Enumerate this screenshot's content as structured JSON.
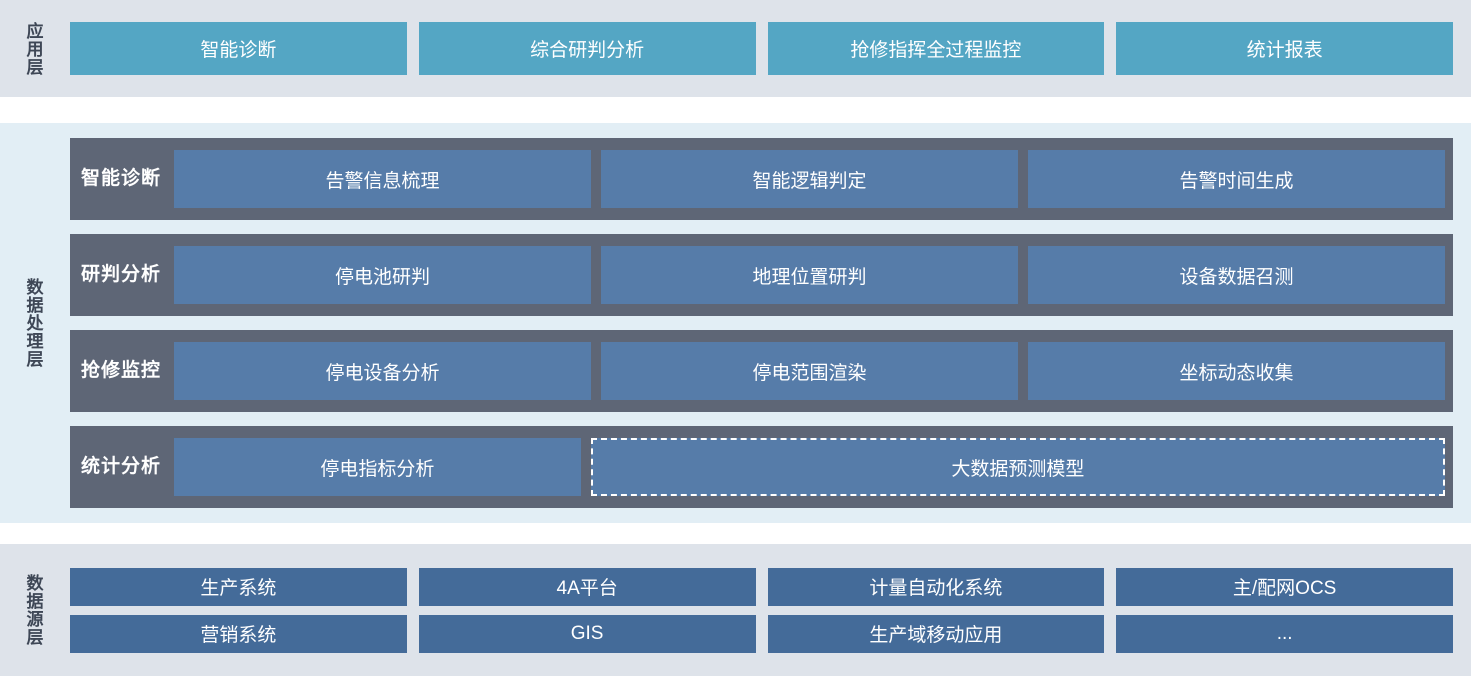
{
  "colors": {
    "page_bg": "#ffffff",
    "app_layer_bg": "#dee3ea",
    "proc_layer_bg": "#e2eef5",
    "src_layer_bg": "#dee3ea",
    "app_box": "#54a6c4",
    "proc_row_band": "#5e6676",
    "proc_box": "#567ca9",
    "src_box": "#446b99",
    "box_text": "#ffffff",
    "layer_label_text": "#3e4756"
  },
  "application_layer": {
    "label": "应用层",
    "boxes": [
      {
        "label": "智能诊断"
      },
      {
        "label": "综合研判分析"
      },
      {
        "label": "抢修指挥全过程监控"
      },
      {
        "label": "统计报表"
      }
    ]
  },
  "data_processing_layer": {
    "label": "数据处理层",
    "rows": [
      {
        "row_label": "智能诊断",
        "cells": [
          {
            "label": "告警信息梳理",
            "dashed": false
          },
          {
            "label": "智能逻辑判定",
            "dashed": false
          },
          {
            "label": "告警时间生成",
            "dashed": false
          }
        ]
      },
      {
        "row_label": "研判分析",
        "cells": [
          {
            "label": "停电池研判",
            "dashed": false
          },
          {
            "label": "地理位置研判",
            "dashed": false
          },
          {
            "label": "设备数据召测",
            "dashed": false
          }
        ]
      },
      {
        "row_label": "抢修监控",
        "cells": [
          {
            "label": "停电设备分析",
            "dashed": false
          },
          {
            "label": "停电范围渲染",
            "dashed": false
          },
          {
            "label": "坐标动态收集",
            "dashed": false
          }
        ]
      },
      {
        "row_label": "统计分析",
        "cells": [
          {
            "label": "停电指标分析",
            "dashed": false
          },
          {
            "label": "大数据预测模型",
            "dashed": true
          }
        ]
      }
    ]
  },
  "data_source_layer": {
    "label": "数据源层",
    "rows": [
      [
        {
          "label": "生产系统"
        },
        {
          "label": "4A平台"
        },
        {
          "label": "计量自动化系统"
        },
        {
          "label": "主/配网OCS"
        }
      ],
      [
        {
          "label": "营销系统"
        },
        {
          "label": "GIS"
        },
        {
          "label": "生产域移动应用"
        },
        {
          "label": "..."
        }
      ]
    ]
  }
}
